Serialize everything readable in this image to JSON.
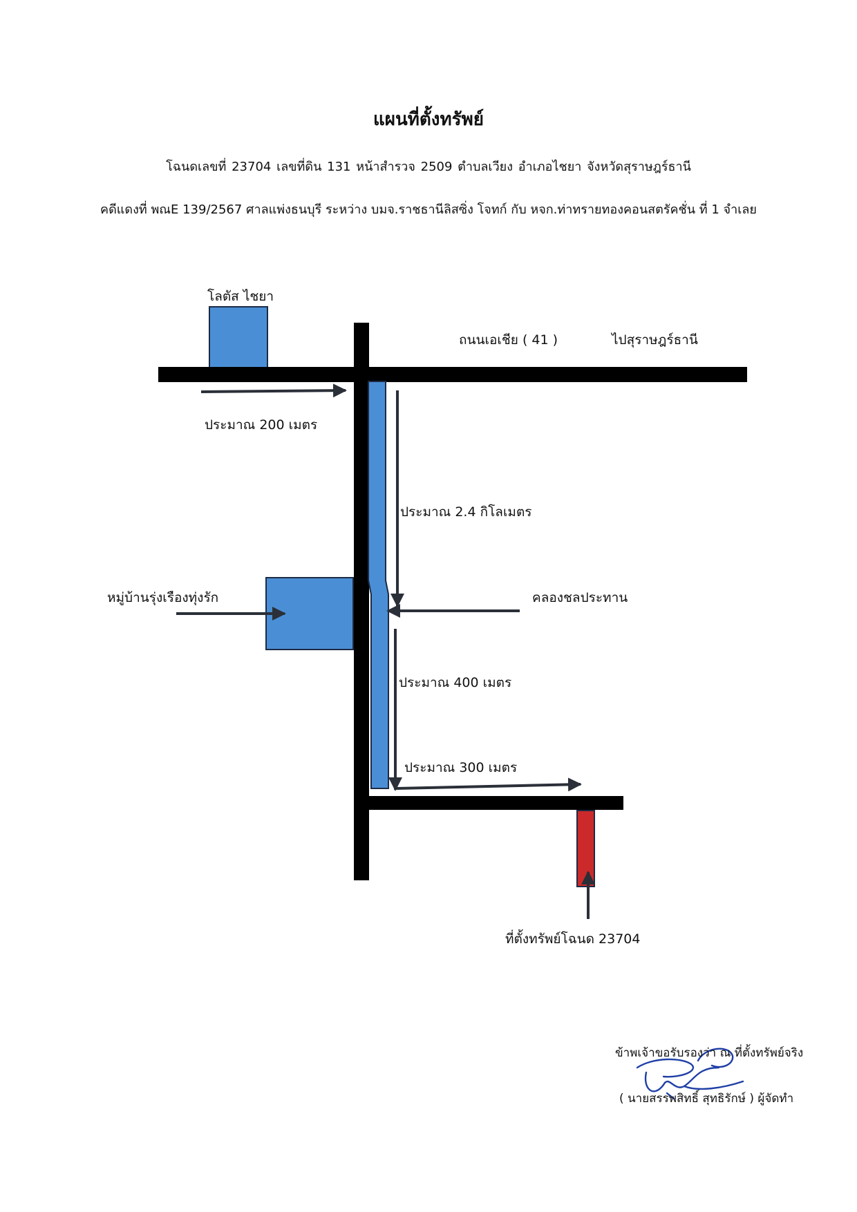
{
  "header": {
    "title": "แผนที่ตั้งทรัพย์",
    "deed_line": "โฉนดเลขที่ 23704  เลขที่ดิน 131 หน้าสำรวจ  2509   ตำบลเวียง   อำเภอไชยา  จังหวัดสุราษฎร์ธานี",
    "case_line": "คดีแดงที่ พณE 139/2567 ศาลแพ่งธนบุรี ระหว่าง บมจ.ราชธานีลิสซิ่ง โจทก์ กับ หจก.ท่าทรายทองคอนสตรัคชั่น  ที่ 1 จำเลย"
  },
  "map": {
    "landmark_lotus": "โลตัส ไชยา",
    "road_name": "ถนนเอเชีย ( 41 )",
    "road_direction": "ไปสุราษฎร์ธานี",
    "dist_200m": "ประมาณ 200 เมตร",
    "dist_2_4km": "ประมาณ 2.4 กิโลเมตร",
    "village": "หมู่บ้านรุ่งเรืองทุ่งรัก",
    "canal": "คลองชลประทาน",
    "dist_400m": "ประมาณ 400 เมตร",
    "dist_300m": "ประมาณ 300 เมตร",
    "property_label": "ที่ตั้งทรัพย์โฉนด 23704"
  },
  "colors": {
    "road": "#000000",
    "landmark_blue": "#4a8fd6",
    "property_red": "#cc2a2a",
    "arrow": "#2b2f38"
  },
  "signature": {
    "certify_text": "ข้าพเจ้าขอรับรองว่า ณ ที่ตั้งทรัพย์จริง",
    "preparer": "( นายสรรพสิทธิ์ สุทธิรักษ์ ) ผู้จัดทำ"
  }
}
